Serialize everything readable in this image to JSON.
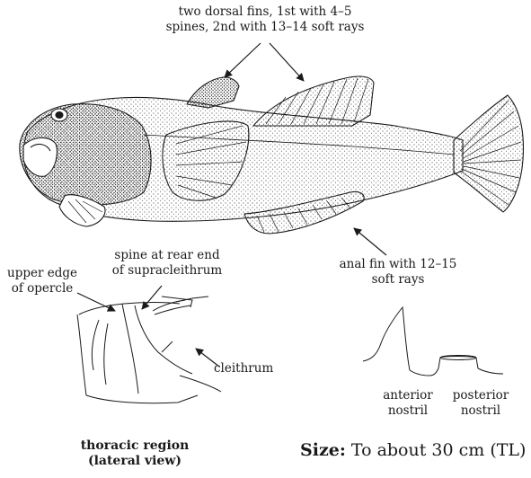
{
  "labels": {
    "dorsal_fins": [
      "two dorsal fins, 1st with 4–5",
      "spines, 2nd with 13–14 soft rays"
    ],
    "anal_fin": [
      "anal fin with 12–15",
      "soft rays"
    ],
    "spine_supracleithrum": [
      "spine at rear end",
      "of supracleithrum"
    ],
    "upper_edge_opercle": [
      "upper edge",
      "of opercle"
    ],
    "cleithrum": "cleithrum",
    "anterior_nostril": [
      "anterior",
      "nostril"
    ],
    "posterior_nostril": [
      "posterior",
      "nostril"
    ]
  },
  "thoracic_caption": [
    "thoracic region",
    "(lateral view)"
  ],
  "size": {
    "label": "Size:",
    "value": "To about 30 cm (TL)"
  },
  "colors": {
    "ink": "#1a1a1a",
    "background": "#ffffff"
  }
}
